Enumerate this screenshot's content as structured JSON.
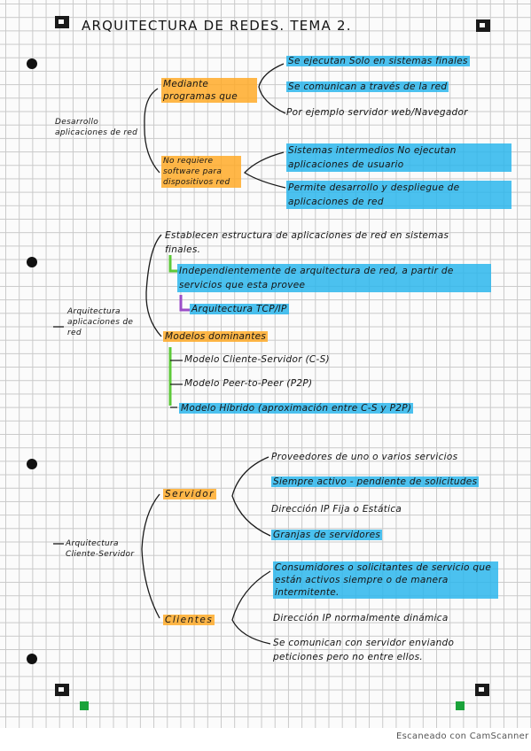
{
  "title": "ARQUITECTURA DE REDES. TEMA 2.",
  "sections": [
    {
      "label": "Desarrollo aplicaciones de red",
      "groups": [
        {
          "head": "Mediante programas que",
          "items": [
            "Se ejecutan Solo en sistemas finales",
            "Se comunican a través de la red",
            "Por ejemplo servidor web/Navegador"
          ]
        },
        {
          "head": "No requiere software para dispositivos red",
          "items": [
            "Sistemas intermedios No ejecutan aplicaciones de usuario",
            "Permite desarrollo y despliegue de aplicaciones de red"
          ]
        }
      ]
    },
    {
      "label": "Arquitectura aplicaciones de red",
      "intro": "Establecen estructura de aplicaciones de red en sistemas finales.",
      "sub1": "Independientemente de arquitectura de red, a partir de servicios que esta provee",
      "sub2": "Arquitectura TCP/IP",
      "models_head": "Modelos dominantes",
      "models": [
        "Modelo Cliente-Servidor (C-S)",
        "Modelo Peer-to-Peer (P2P)",
        "Modelo Híbrido (aproximación entre C-S y P2P)"
      ]
    },
    {
      "label": "Arquitectura Cliente-Servidor",
      "groups": [
        {
          "head": "Servidor",
          "items": [
            "Proveedores de uno o varios servicios",
            "Siempre activo - pendiente de solicitudes",
            "Dirección IP Fija o Estática",
            "Granjas de servidores"
          ]
        },
        {
          "head": "Clientes",
          "items": [
            "Consumidores o solicitantes de servicio que están activos siempre o de manera intermitente.",
            "Dirección IP normalmente dinámica",
            "Se comunican con servidor enviando peticiones pero no entre ellos."
          ]
        }
      ]
    }
  ],
  "footer": "Escaneado con CamScanner",
  "colors": {
    "highlight_blue": "#2cb6ec",
    "highlight_orange": "#ffaa28",
    "highlight_green": "#5ec93a",
    "highlight_purple": "#9b4dc8",
    "ink": "#151515"
  }
}
